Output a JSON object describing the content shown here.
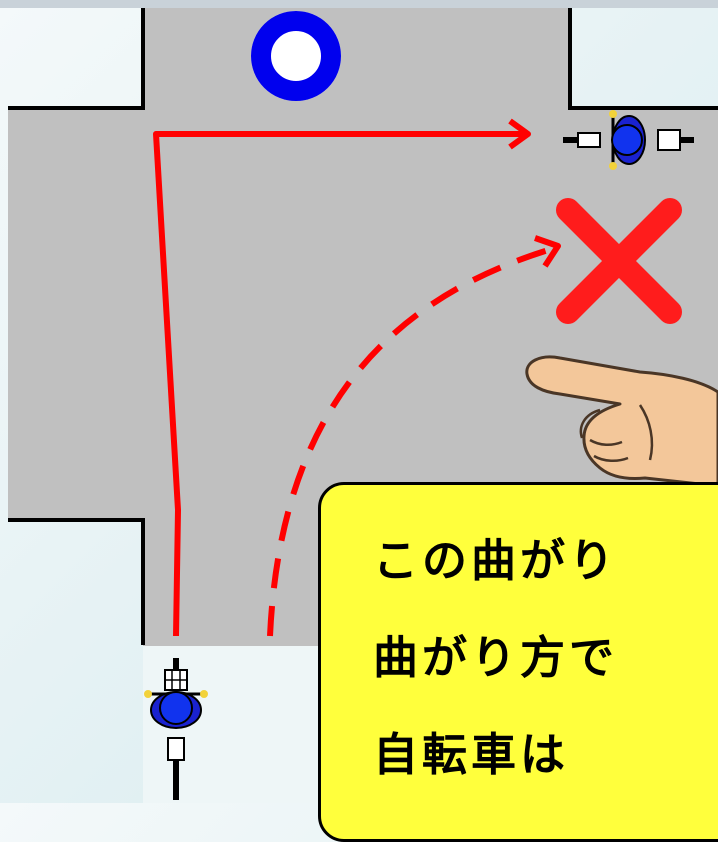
{
  "diagram": {
    "correct_mark": "○",
    "wrong_mark": "×",
    "colors": {
      "road": "#c0c0c0",
      "path": "#ff0000",
      "correct": "#0000ee",
      "cyclist": "#1a22d0",
      "hand": "#f3c79a",
      "callout": "#ffff3c"
    }
  },
  "callout": {
    "lines": [
      "この曲がり",
      "曲がり方で",
      "自転車は"
    ]
  }
}
